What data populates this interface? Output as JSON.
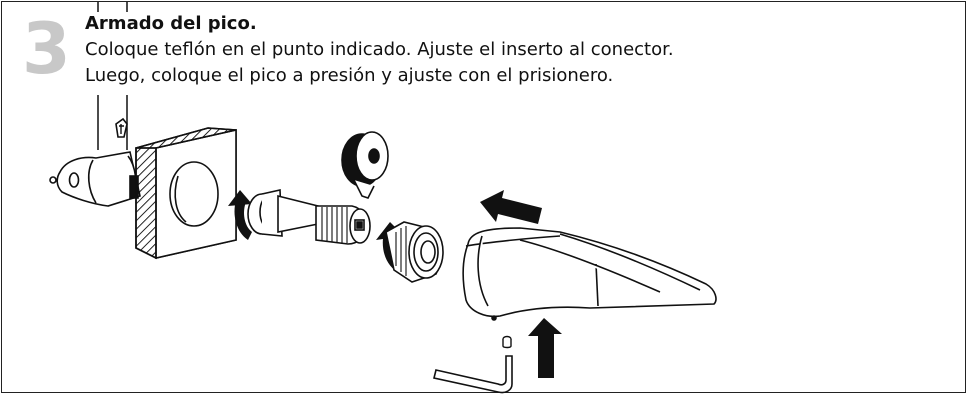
{
  "step": {
    "number": "3",
    "title": "Armado del pico.",
    "instructions": [
      "Coloque teflón en el punto indicado. Ajuste el inserto al conector.",
      "Luego, coloque el pico a presión y ajuste con el prisionero."
    ]
  },
  "illustration": {
    "parts": [
      "wall-connector",
      "square-escutcheon-plate",
      "extension-insert",
      "teflon-tape-roll",
      "threaded-adapter",
      "spout",
      "set-screw",
      "allen-key"
    ],
    "arrows": [
      "rotate-insert",
      "rotate-adapter",
      "push-spout-left",
      "push-up-screw"
    ],
    "colors": {
      "ink": "#111111",
      "step_number": "#c8c8c8",
      "background": "#ffffff"
    }
  }
}
